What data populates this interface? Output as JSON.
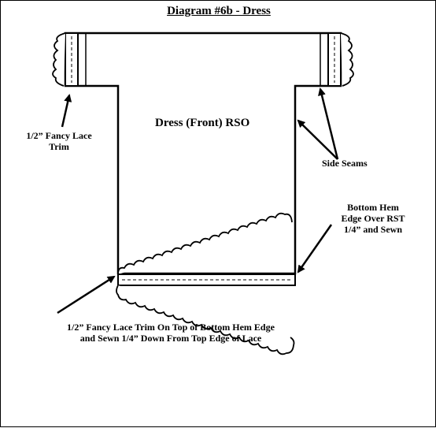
{
  "title": "Diagram #6b - Dress",
  "labels": {
    "garment": "Dress (Front) RSO",
    "sleeve_lace_line1": "1/2” Fancy Lace",
    "sleeve_lace_line2": "Trim",
    "side_seams": "Side Seams",
    "hem_line1": "Bottom Hem",
    "hem_line2": "Edge Over RST",
    "hem_line3": "1/4” and Sewn",
    "bottom_lace_line1": "1/2” Fancy Lace Trim On Top of Bottom Hem Edge",
    "bottom_lace_line2": "and Sewn 1/4” Down From Top Edge of Lace"
  },
  "colors": {
    "line": "#000000",
    "background": "#ffffff"
  }
}
